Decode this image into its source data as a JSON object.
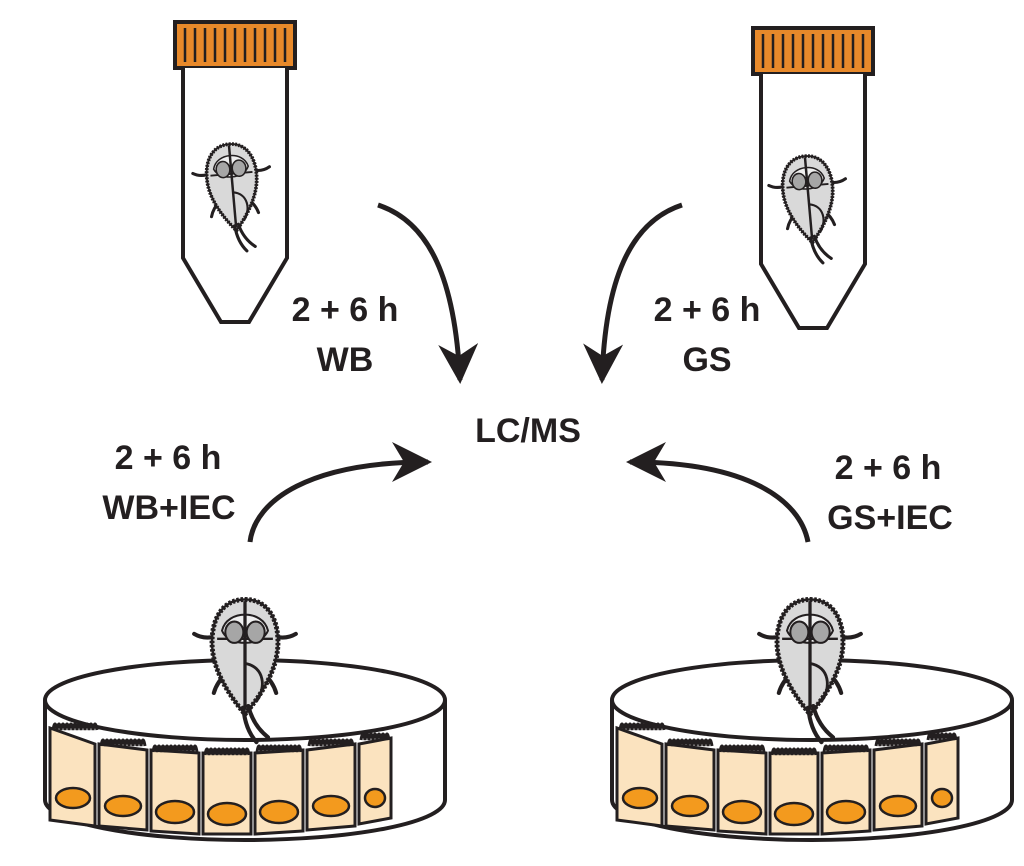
{
  "center": {
    "label": "LC/MS"
  },
  "conditions": [
    {
      "id": "wb",
      "time": "2 + 6 h",
      "medium": "WB"
    },
    {
      "id": "gs",
      "time": "2 + 6 h",
      "medium": "GS"
    },
    {
      "id": "wb-iec",
      "time": "2 + 6 h",
      "medium": "WB+IEC"
    },
    {
      "id": "gs-iec",
      "time": "2 + 6 h",
      "medium": "GS+IEC"
    }
  ],
  "colors": {
    "ink": "#231f20",
    "cap": "#e8892a",
    "cell_fill": "#fbe3bf",
    "nucleus": "#f39a1e",
    "parasite_body": "#d9d9d9",
    "parasite_nucleus": "#a6a6a6"
  },
  "icons": [
    "tube-icon",
    "giardia-icon",
    "arrow-icon",
    "cell-culture-well-icon"
  ]
}
